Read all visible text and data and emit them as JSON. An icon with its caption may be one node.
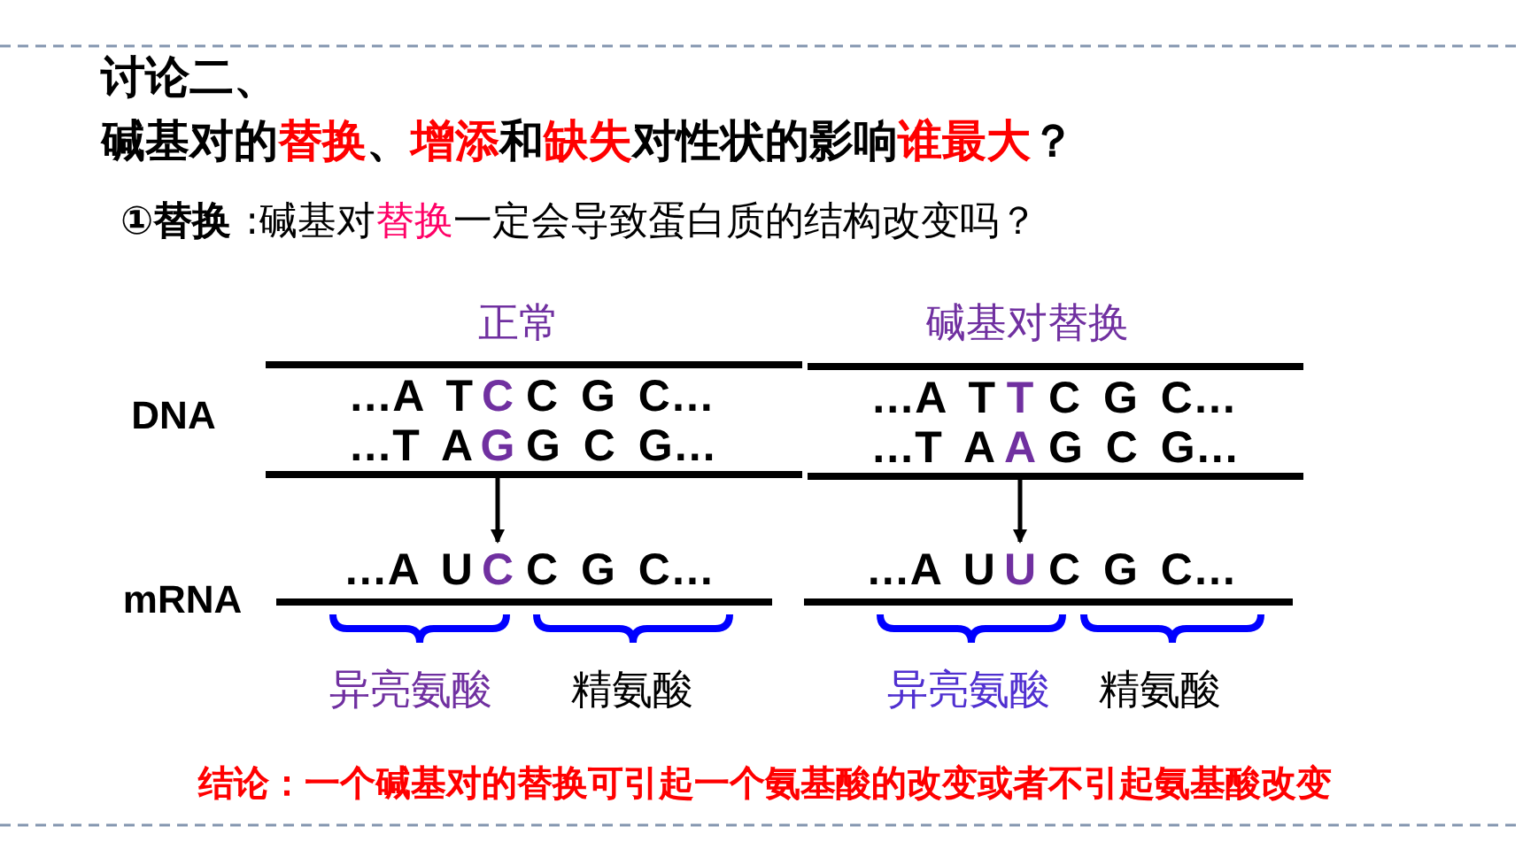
{
  "diagram": {
    "title": "讨论二、",
    "nodes": [
      {
        "text": [
          "…A T",
          "C",
          "C G C…",
          "…T A",
          "G",
          "G C G…"
        ]
      },
      {
        "text": [
          "…A T",
          "T",
          "C G C…",
          "…T A",
          "A",
          "G C G…"
        ]
      },
      {
        "text": [
          "…A U",
          "C",
          "C G C…"
        ]
      },
      {
        "text": [
          "…A U",
          "U",
          "C G C…"
        ]
      }
    ],
    "edges": [
      {
        "from": 0,
        "to": 2,
        "arrow": "to"
      },
      {
        "from": 1,
        "to": 3,
        "arrow": "to"
      }
    ],
    "labels": [
      "碱基对的",
      "替换",
      "、",
      "增添",
      "和",
      "缺失",
      "对性状的影响",
      "谁最大",
      "？",
      "①替换",
      ":碱基对",
      "替换",
      "一定会导致蛋白质的结构改变吗？",
      "正常",
      "碱基对替换",
      "DNA",
      "mRNA",
      "异亮氨酸",
      "精氨酸",
      "异亮氨酸",
      "精氨酸",
      "结论：一个碱基对的替换可引起一个氨基酸的改变或者不引起氨基酸改变"
    ]
  }
}
